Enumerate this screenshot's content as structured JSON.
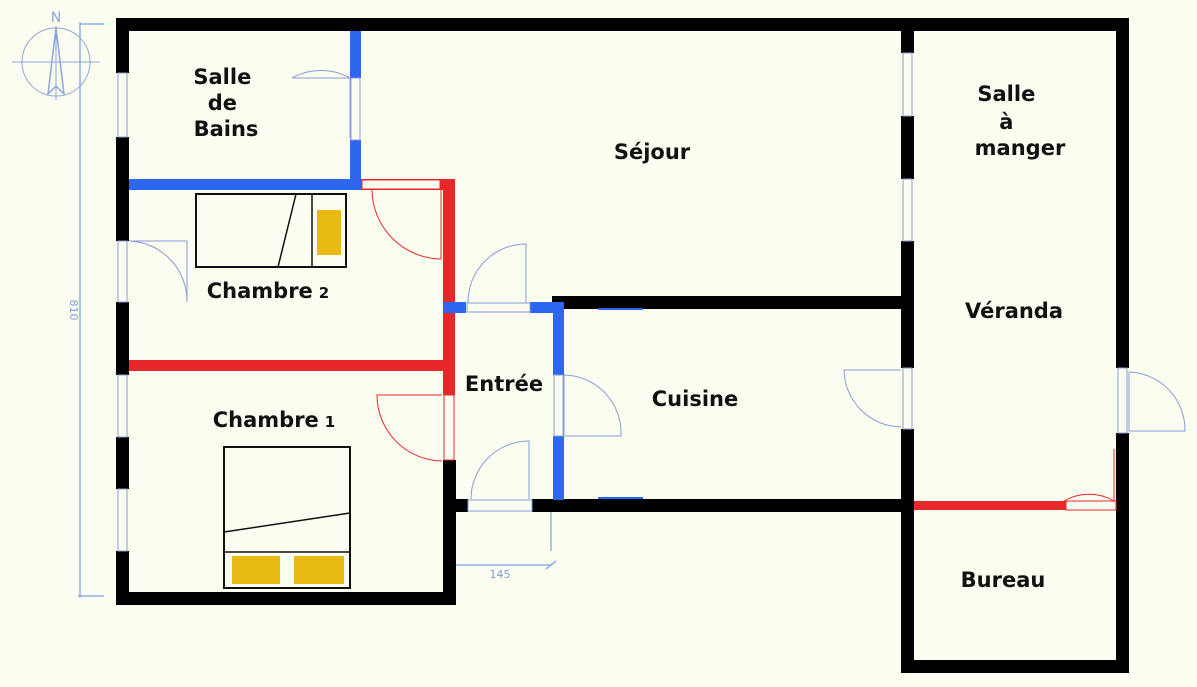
{
  "rooms": {
    "salle_de_bains": [
      "Salle",
      "de",
      "Bains"
    ],
    "sejour": "Séjour",
    "salle_a_manger": [
      "Salle",
      "à",
      "manger"
    ],
    "chambre2": {
      "name": "Chambre",
      "number": "2"
    },
    "veranda": "Véranda",
    "entree": "Entrée",
    "cuisine": "Cuisine",
    "chambre1": {
      "name": "Chambre",
      "number": "1"
    },
    "bureau": "Bureau"
  },
  "dimensions": {
    "height": "810",
    "entree_width": "145"
  },
  "compass": {
    "north_label": "N"
  },
  "colors": {
    "wall": "#000000",
    "wall_blue": "#2e67ef",
    "wall_red": "#e8272a",
    "door_blue": "#8a9dd6",
    "door_red": "#e8272a",
    "bed": "#e9b914",
    "dim_line": "#8fb0ea",
    "background": "#fbfdf0"
  }
}
